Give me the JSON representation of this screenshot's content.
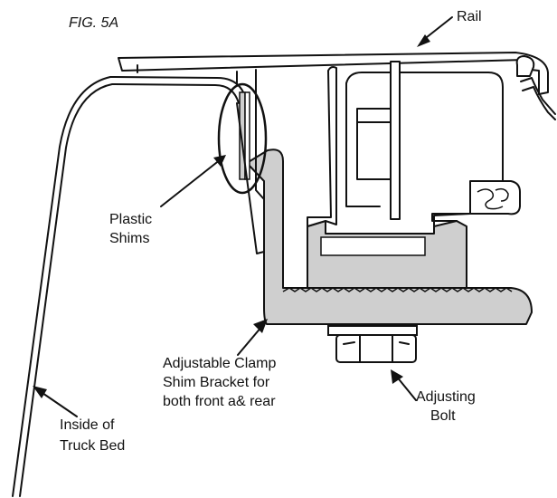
{
  "figure_label": "FIG. 5A",
  "labels": {
    "rail": "Rail",
    "plastic_shims": [
      "Plastic",
      "Shims"
    ],
    "bracket": [
      "Adjustable Clamp",
      "Shim Bracket for",
      "both front a& rear"
    ],
    "bolt": [
      "Adjusting",
      "Bolt"
    ],
    "truck_bed": [
      "Inside of",
      "Truck Bed"
    ]
  },
  "colors": {
    "bracket_fill": "#cfcfcf",
    "line": "#111111"
  }
}
